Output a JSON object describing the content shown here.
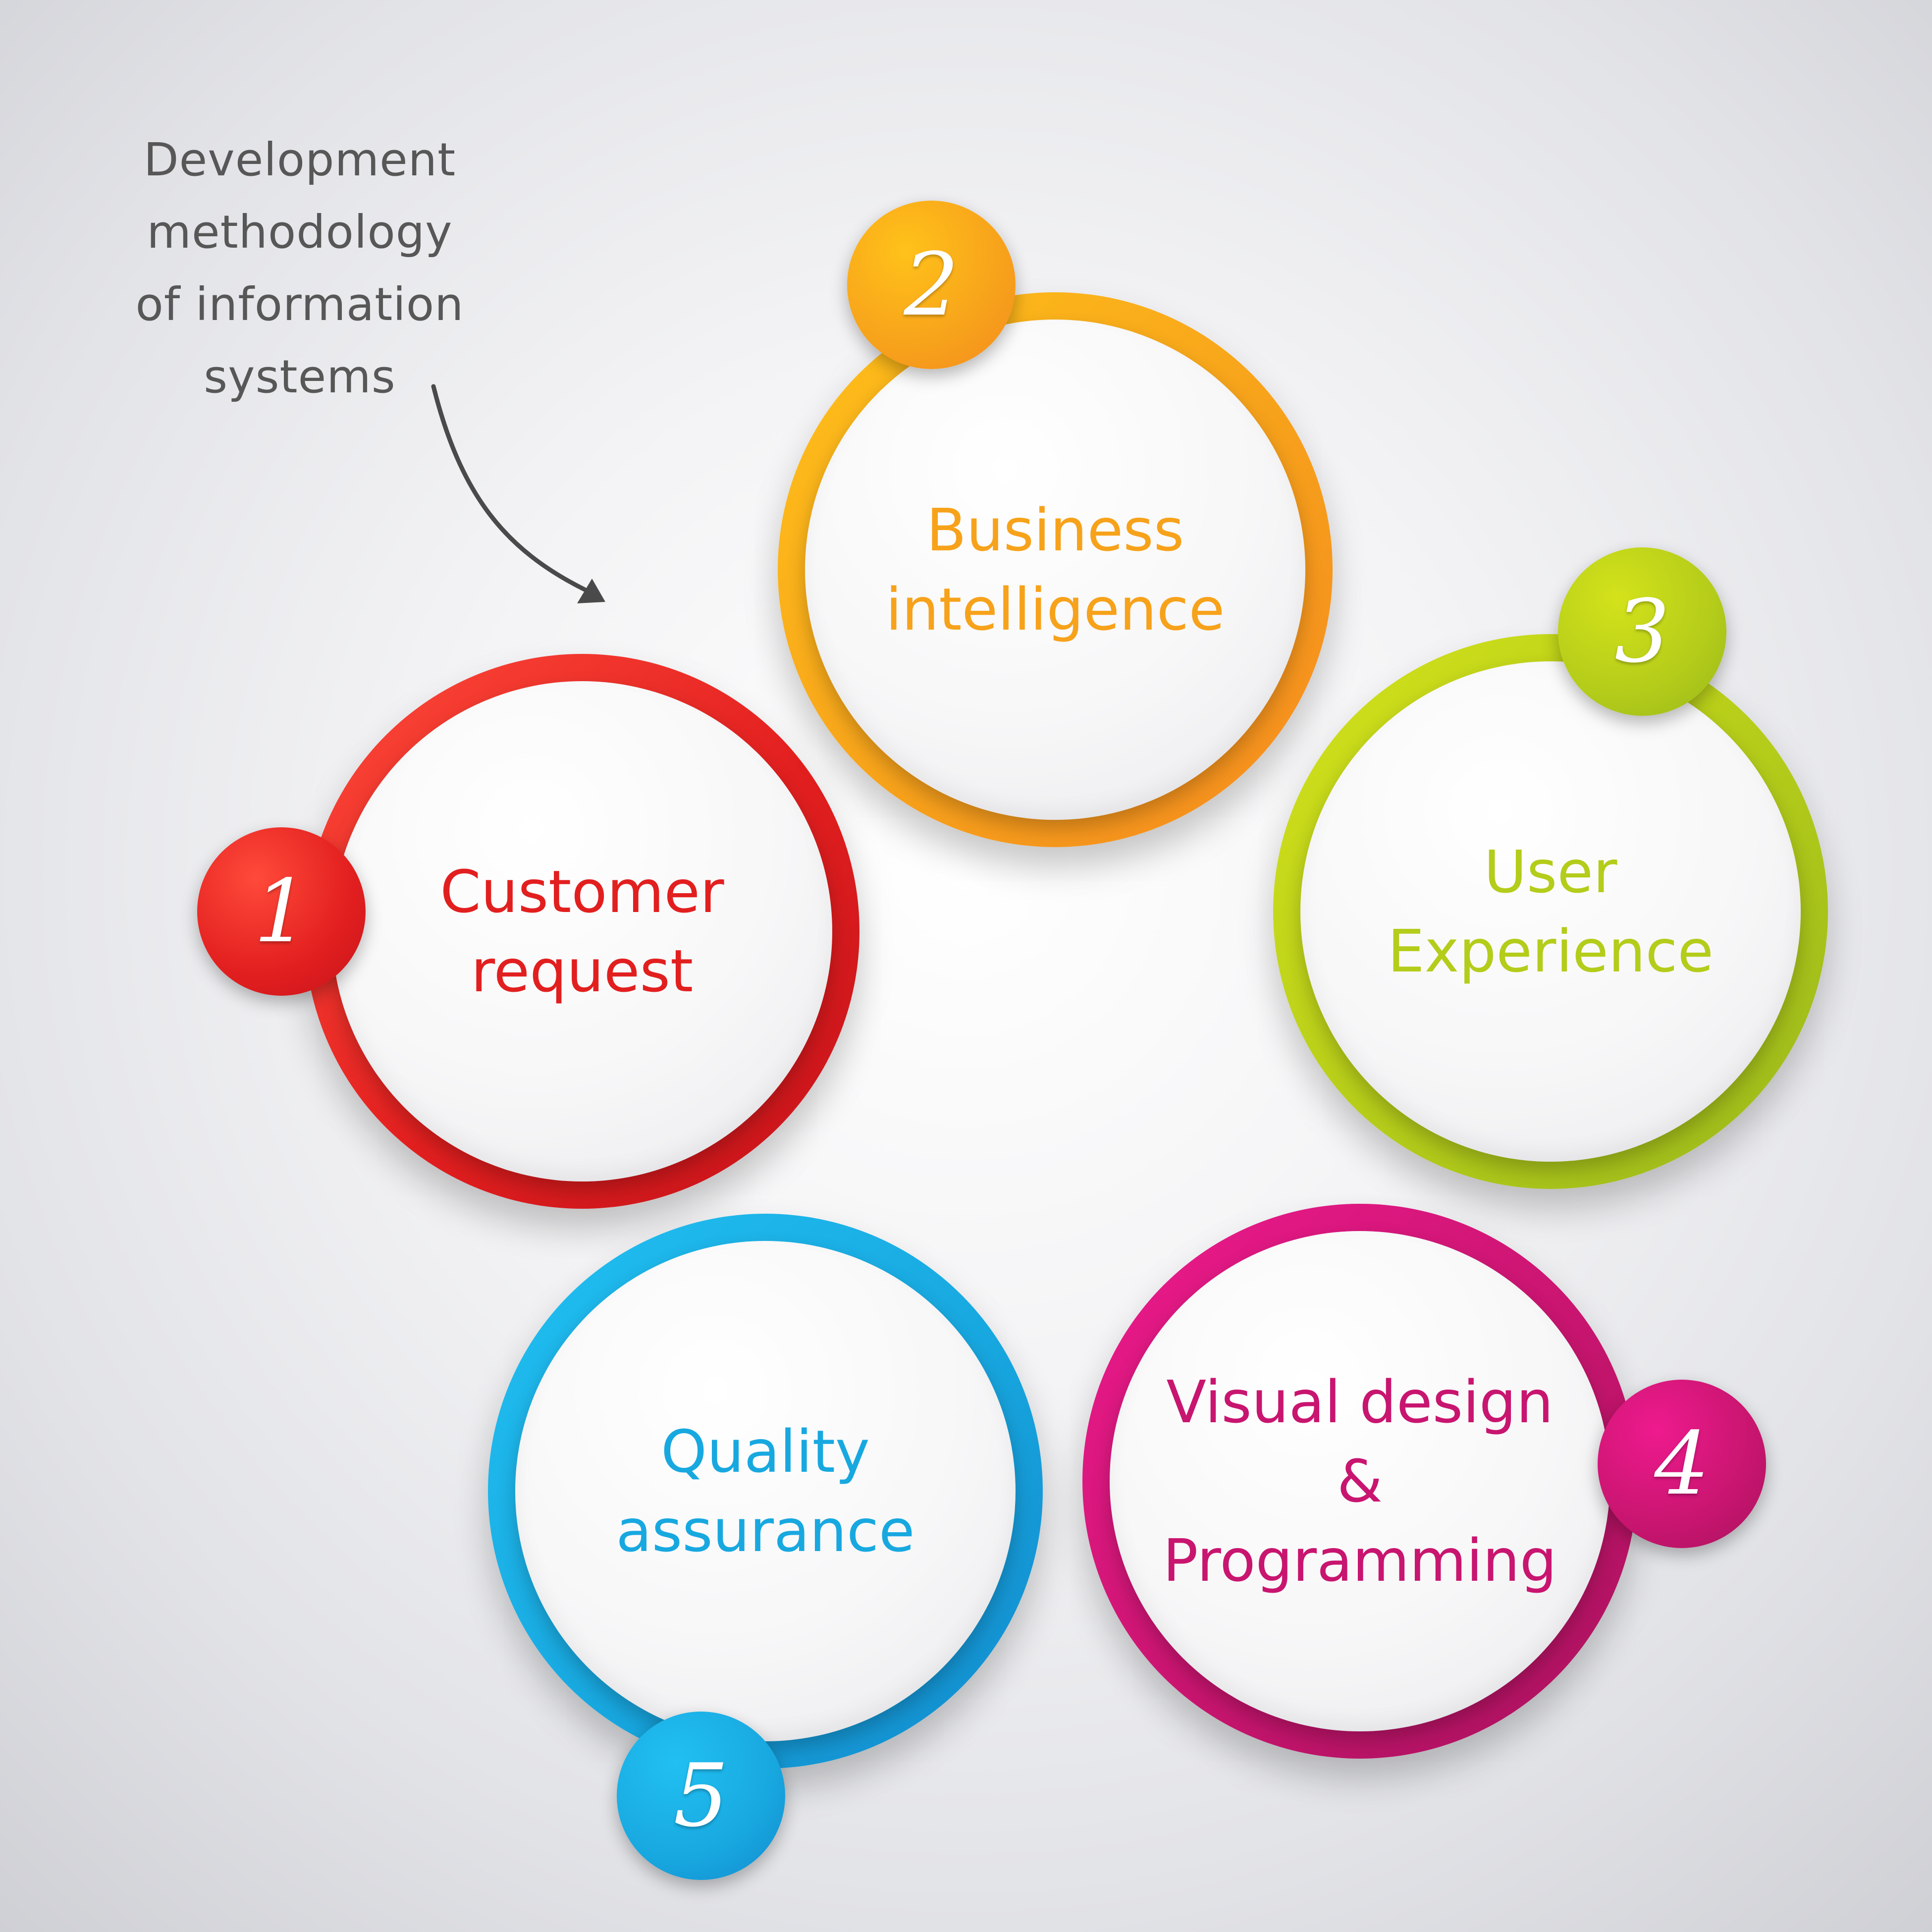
{
  "note": {
    "lines": [
      "Development",
      "methodology",
      "of information",
      "systems"
    ],
    "color": "#575757"
  },
  "steps": [
    {
      "number": "1",
      "lines": [
        "Customer",
        "request"
      ],
      "color": "#e21f1f",
      "color_light": "#ff4a3a",
      "color_dark": "#c4131a"
    },
    {
      "number": "2",
      "lines": [
        "Business",
        "intelligence"
      ],
      "color": "#f7a21b",
      "color_light": "#ffc21a",
      "color_dark": "#f58a1f"
    },
    {
      "number": "3",
      "lines": [
        "User",
        "Experience"
      ],
      "color": "#b4cc1a",
      "color_light": "#d3e21a",
      "color_dark": "#98b71b"
    },
    {
      "number": "4",
      "lines": [
        "Visual design",
        "&",
        "Programming"
      ],
      "color": "#c8156f",
      "color_light": "#ee1a8e",
      "color_dark": "#a8125d"
    },
    {
      "number": "5",
      "lines": [
        "Quality",
        "assurance"
      ],
      "color": "#18a8e0",
      "color_light": "#21c0f2",
      "color_dark": "#1289cc"
    }
  ]
}
